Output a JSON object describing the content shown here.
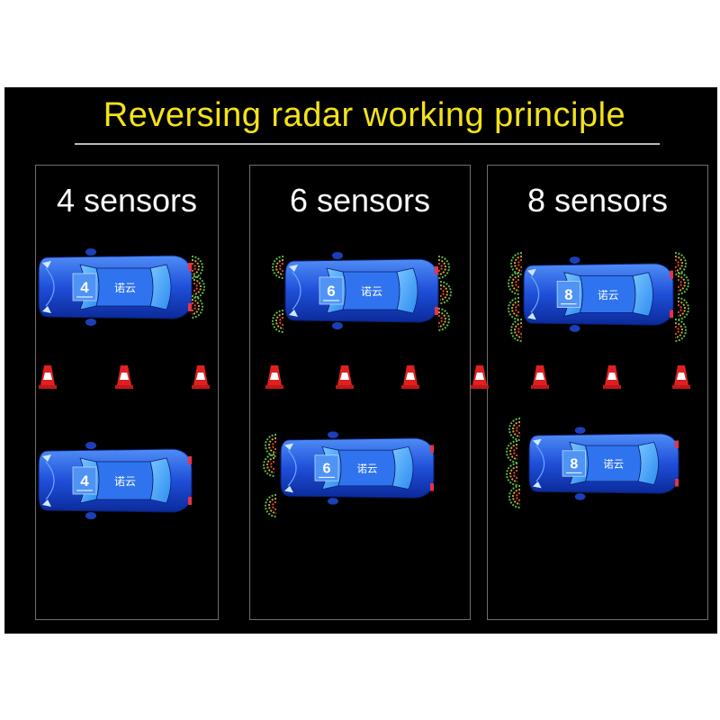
{
  "title": "Reversing radar working principle",
  "columns": [
    {
      "heading": "4 sensors",
      "badge_top": "4",
      "badge_bottom": "4",
      "brand_top": "诺云",
      "brand_bottom": "诺云",
      "sensors_per_side": 2,
      "front_sensors": false
    },
    {
      "heading": "6 sensors",
      "badge_top": "6",
      "badge_bottom": "6",
      "brand_top": "诺云",
      "brand_bottom": "诺云",
      "sensors_per_side": 2,
      "front_sensors": true
    },
    {
      "heading": "8 sensors",
      "badge_top": "8",
      "badge_bottom": "8",
      "brand_top": "诺云",
      "brand_bottom": "诺云",
      "sensors_per_side": 4,
      "front_sensors": true
    }
  ],
  "colors": {
    "background": "#000000",
    "title": "#f3e21a",
    "car_body": "#1f4fd8",
    "car_glass": "#2d8cf0",
    "cone_red": "#e02020"
  }
}
